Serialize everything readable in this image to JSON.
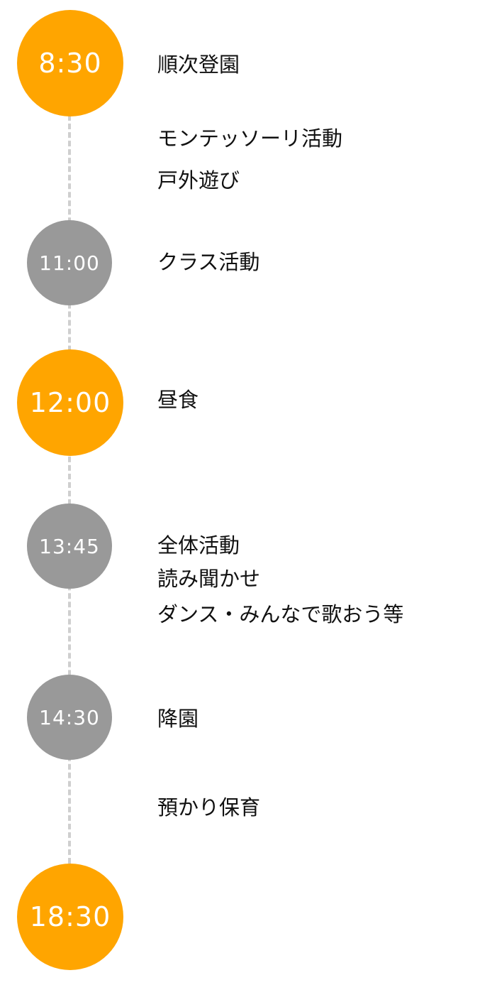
{
  "schedule": {
    "times": {
      "t0830": "8:30",
      "t1100": "11:00",
      "t1200": "12:00",
      "t1345": "13:45",
      "t1430": "14:30",
      "t1830": "18:30"
    },
    "activities": {
      "arrival": "順次登園",
      "montessori": "モンテッソーリ活動",
      "outdoor": "戸外遊び",
      "class": "クラス活動",
      "lunch": "昼食",
      "group": "全体活動",
      "reading": "読み聞かせ",
      "dance": "ダンス・みんなで歌おう等",
      "departure": "降園",
      "extended": "預かり保育"
    },
    "colors": {
      "highlight": "#ffa500",
      "neutral": "#999999",
      "connector": "#cfcfcf"
    }
  }
}
